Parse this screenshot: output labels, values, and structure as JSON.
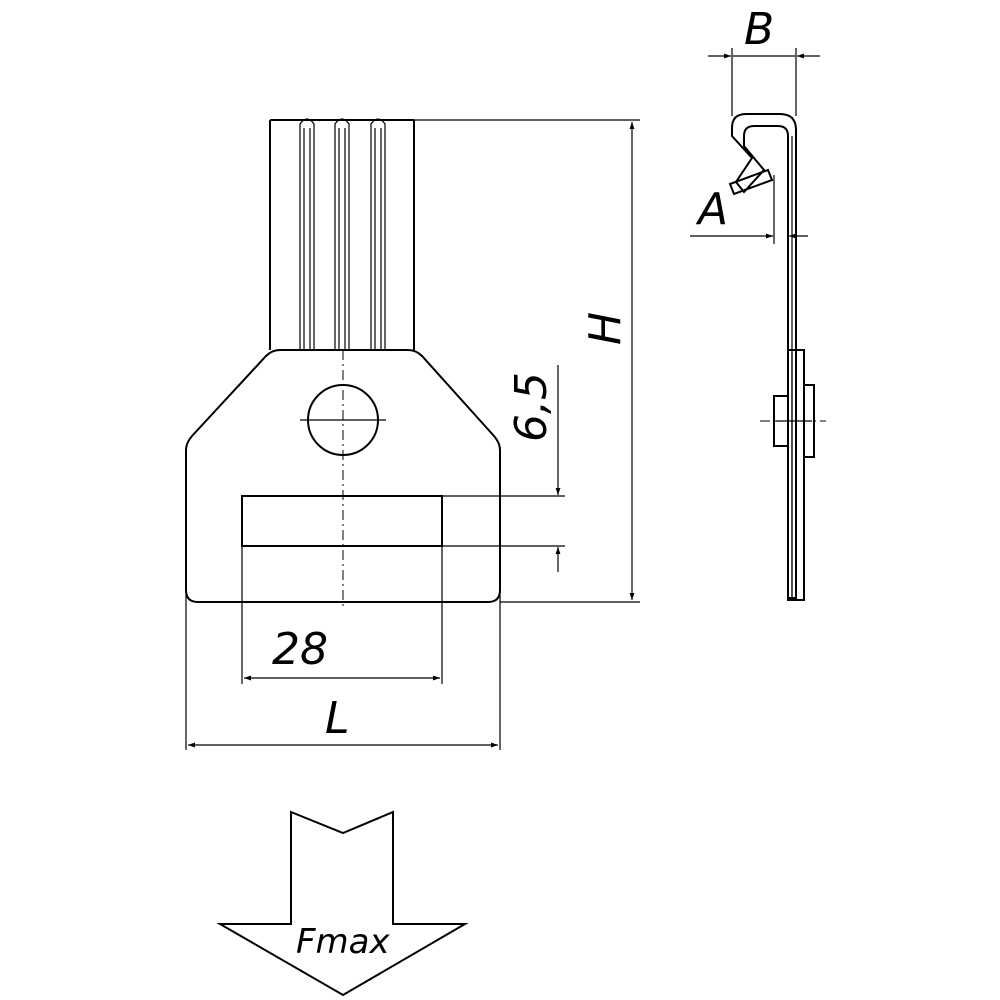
{
  "dimensions": {
    "slot_width": "28",
    "slot_height": "6,5",
    "overall_length": "L",
    "overall_height": "H",
    "thickness": "B",
    "hook_gap": "A"
  },
  "force": {
    "label": "Fmax"
  },
  "colors": {
    "line": "#000000",
    "background": "#ffffff"
  }
}
